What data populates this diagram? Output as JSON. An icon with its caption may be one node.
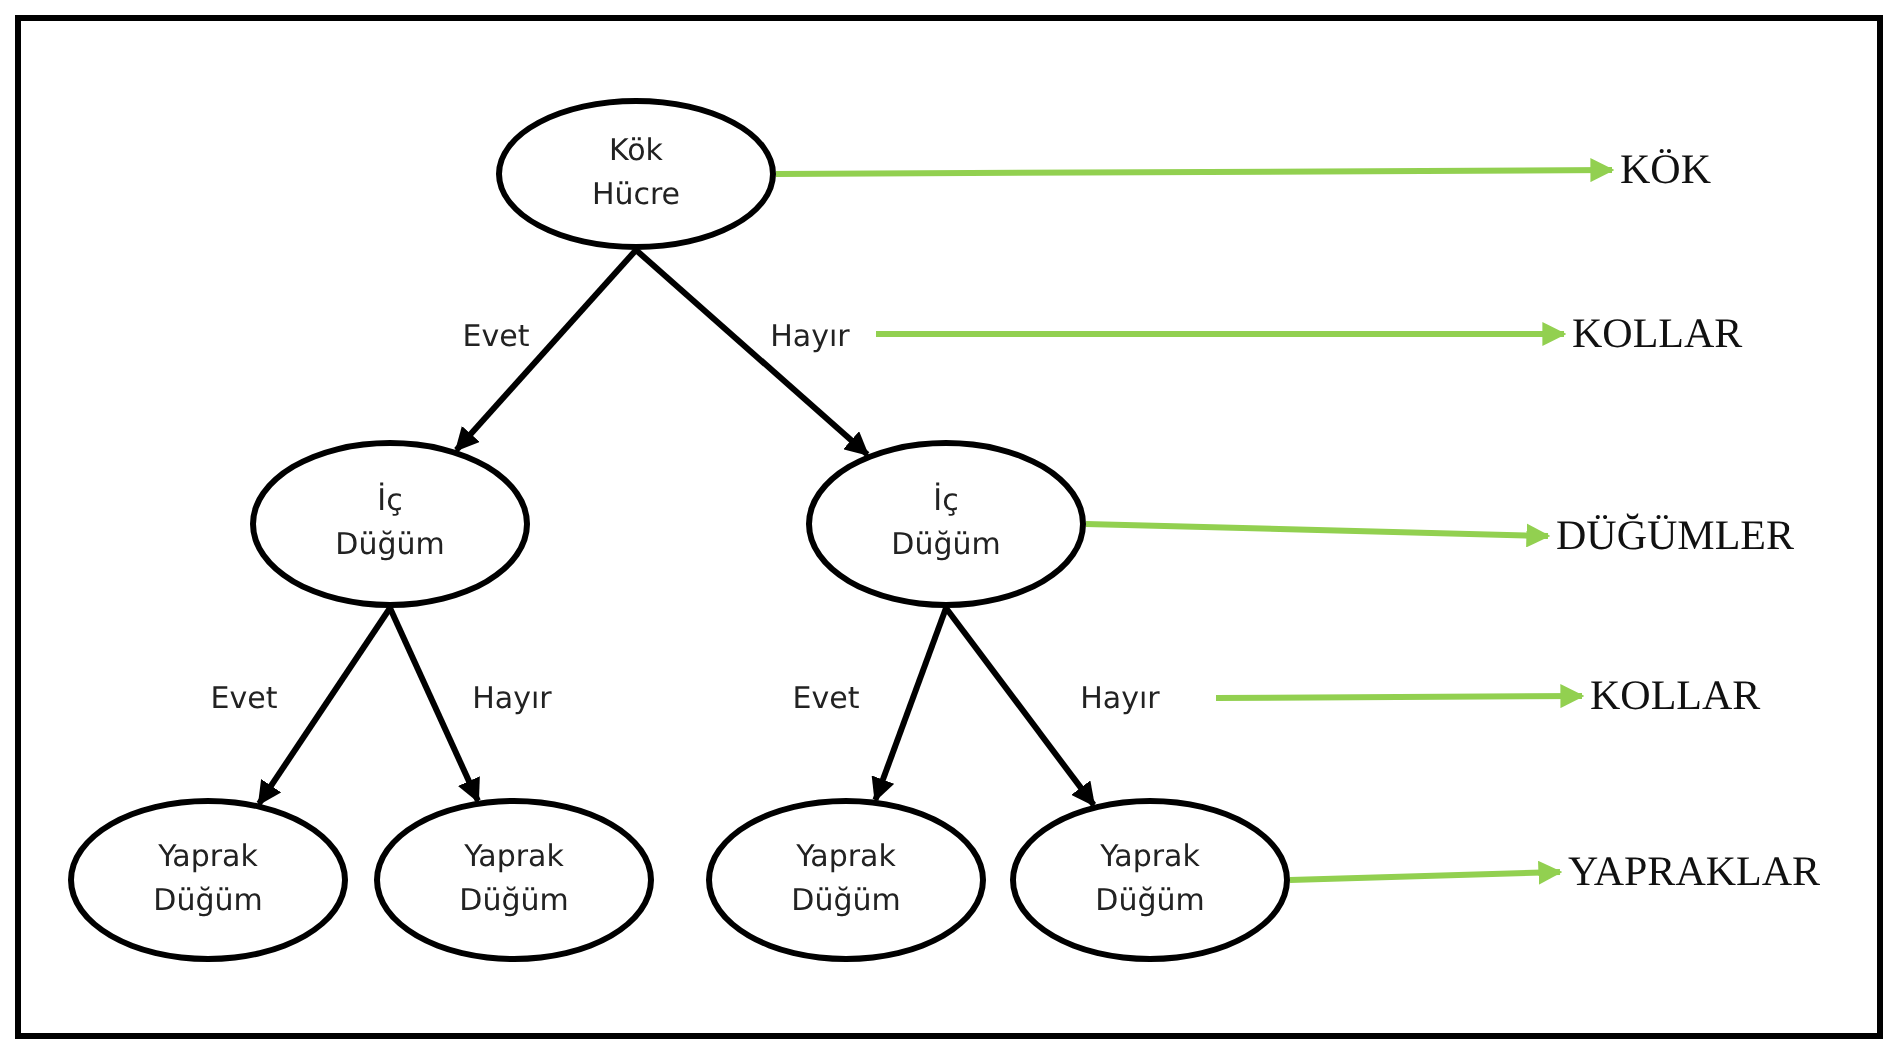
{
  "diagram": {
    "nodes": [
      {
        "text": [
          "Kök Hücre"
        ]
      },
      {
        "text": [
          "İç Düğüm"
        ]
      },
      {
        "text": [
          "İç Düğüm"
        ]
      },
      {
        "text": [
          "Yaprak Düğüm"
        ]
      },
      {
        "text": [
          "Yaprak Düğüm"
        ]
      },
      {
        "text": [
          "Yaprak Düğüm"
        ]
      },
      {
        "text": [
          "Yaprak Düğüm"
        ]
      },
      {
        "text": [
          "KÖK"
        ]
      },
      {
        "text": [
          "KOLLAR"
        ]
      },
      {
        "text": [
          "DÜĞÜMLER"
        ]
      },
      {
        "text": [
          "KOLLAR"
        ]
      },
      {
        "text": [
          "YAPRAKLAR"
        ]
      }
    ],
    "edges": [
      {
        "from": 0,
        "to": 1,
        "label": "Evet",
        "arrow": "to"
      },
      {
        "from": 0,
        "to": 2,
        "label": "Hayır",
        "arrow": "to"
      },
      {
        "from": 1,
        "to": 3,
        "label": "Evet",
        "arrow": "to"
      },
      {
        "from": 1,
        "to": 4,
        "label": "Hayır",
        "arrow": "to"
      },
      {
        "from": 2,
        "to": 5,
        "label": "Evet",
        "arrow": "to"
      },
      {
        "from": 2,
        "to": 6,
        "label": "Hayır",
        "arrow": "to"
      },
      {
        "from": 0,
        "to": 7,
        "arrow": "to",
        "color": "#92d050"
      },
      {
        "from": null,
        "to": 8,
        "arrow": "to",
        "color": "#92d050"
      },
      {
        "from": 2,
        "to": 9,
        "arrow": "to",
        "color": "#92d050"
      },
      {
        "from": null,
        "to": 10,
        "arrow": "to",
        "color": "#92d050"
      },
      {
        "from": 6,
        "to": 11,
        "arrow": "to",
        "color": "#92d050"
      }
    ]
  }
}
